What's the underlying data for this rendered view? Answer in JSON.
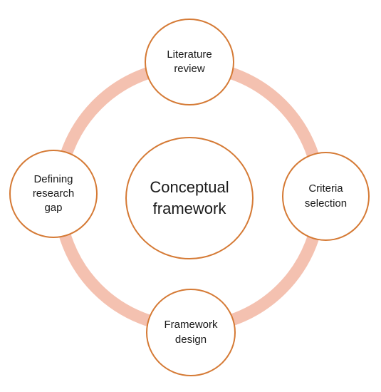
{
  "colors": {
    "ring": "#f4c1b0",
    "node_border": "#d57a35",
    "node_fill": "#ffffff",
    "text": "#1a1a1a"
  },
  "center": {
    "label": "Conceptual\nframework"
  },
  "cycle_steps": [
    {
      "label": "Literature\nreview"
    },
    {
      "label": "Criteria\nselection"
    },
    {
      "label": "Framework\ndesign"
    },
    {
      "label": "Defining\nresearch\ngap"
    }
  ]
}
